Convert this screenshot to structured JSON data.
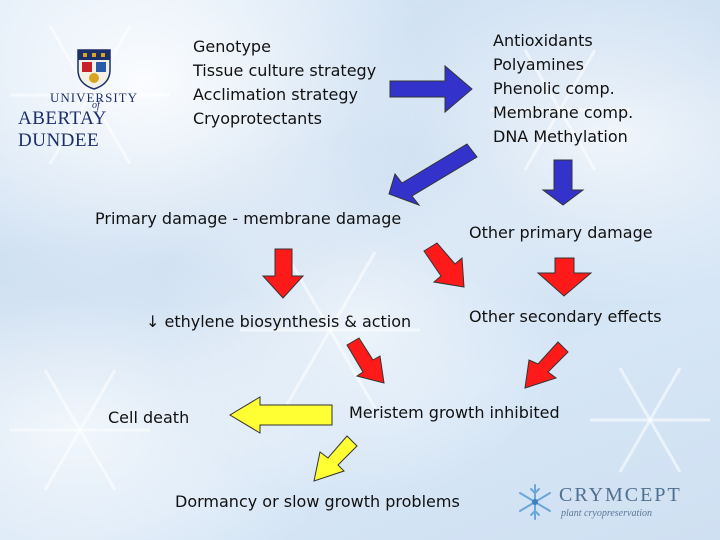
{
  "logo": {
    "line1": "UNIVERSITY",
    "of": "of",
    "line2": "ABERTAY DUNDEE"
  },
  "factors": [
    "Genotype",
    "Tissue culture strategy",
    "Acclimation strategy",
    "Cryoprotectants"
  ],
  "compounds": [
    "Antioxidants",
    "Polyamines",
    "Phenolic comp.",
    "Membrane comp.",
    "DNA Methylation"
  ],
  "nodes": {
    "primary_damage": "Primary damage - membrane damage",
    "other_primary": "Other primary damage",
    "ethylene_arrow": "↓",
    "ethylene": "ethylene biosynthesis & action",
    "other_secondary": "Other secondary effects",
    "cell_death": "Cell death",
    "meristem": "Meristem growth inhibited",
    "dormancy": "Dormancy or slow growth problems"
  },
  "brand": {
    "name": "CRYMCEPT",
    "tagline": "plant cryopreservation"
  },
  "colors": {
    "blue_arrow": "#3333cc",
    "red_arrow": "#ff1a1a",
    "yellow_arrow": "#ffff33"
  }
}
